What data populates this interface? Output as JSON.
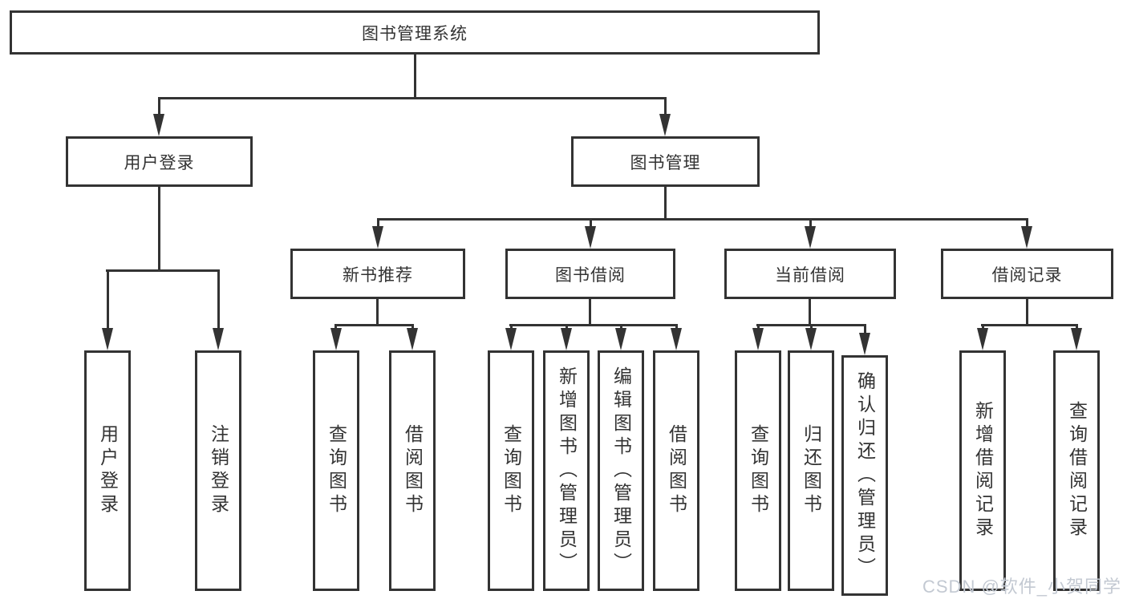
{
  "tree": {
    "label": "图书管理系统",
    "children": [
      {
        "label": "用户登录",
        "children": [
          {
            "label": "用户登录"
          },
          {
            "label": "注销登录"
          }
        ]
      },
      {
        "label": "图书管理",
        "children": [
          {
            "label": "新书推荐",
            "children": [
              {
                "label": "查询图书"
              },
              {
                "label": "借阅图书"
              }
            ]
          },
          {
            "label": "图书借阅",
            "children": [
              {
                "label": "查询图书"
              },
              {
                "label": "新增图书（管理员）"
              },
              {
                "label": "编辑图书（管理员）"
              },
              {
                "label": "借阅图书"
              }
            ]
          },
          {
            "label": "当前借阅",
            "children": [
              {
                "label": "查询图书"
              },
              {
                "label": "归还图书"
              },
              {
                "label": "确认归还（管理员）"
              }
            ]
          },
          {
            "label": "借阅记录",
            "children": [
              {
                "label": "新增借阅记录"
              },
              {
                "label": "查询借阅记录"
              }
            ]
          }
        ]
      }
    ]
  },
  "watermark": {
    "text": "CSDN @软件_小贺同学"
  },
  "colors": {
    "line": "#333333",
    "text": "#333333",
    "background": "#ffffff",
    "watermark": "#c3c9d2"
  }
}
